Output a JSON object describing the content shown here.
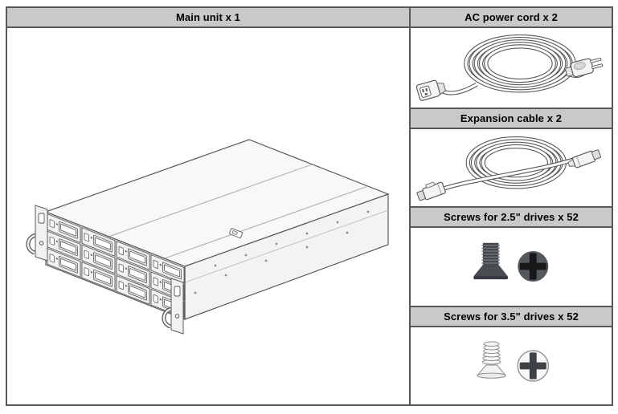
{
  "table": {
    "main_column": {
      "header": "Main unit x 1",
      "illustration": "rackmount-server-12-bay"
    },
    "items": [
      {
        "header": "AC power cord x 2",
        "illustration": "coiled-power-cord"
      },
      {
        "header": "Expansion cable x 2",
        "illustration": "coiled-expansion-cable"
      },
      {
        "header": "Screws for 2.5\" drives x 52",
        "illustration": "dark-flathead-screw-side-and-top"
      },
      {
        "header": "Screws for 3.5\" drives x 52",
        "illustration": "light-flathead-screw-side-and-top"
      }
    ]
  },
  "colors": {
    "header_bg": "#c8c9ca",
    "table_border": "#57585a",
    "line_art_stroke": "#58595b",
    "screw_dark": "#43474b",
    "screw_light": "#f1f1f2"
  }
}
